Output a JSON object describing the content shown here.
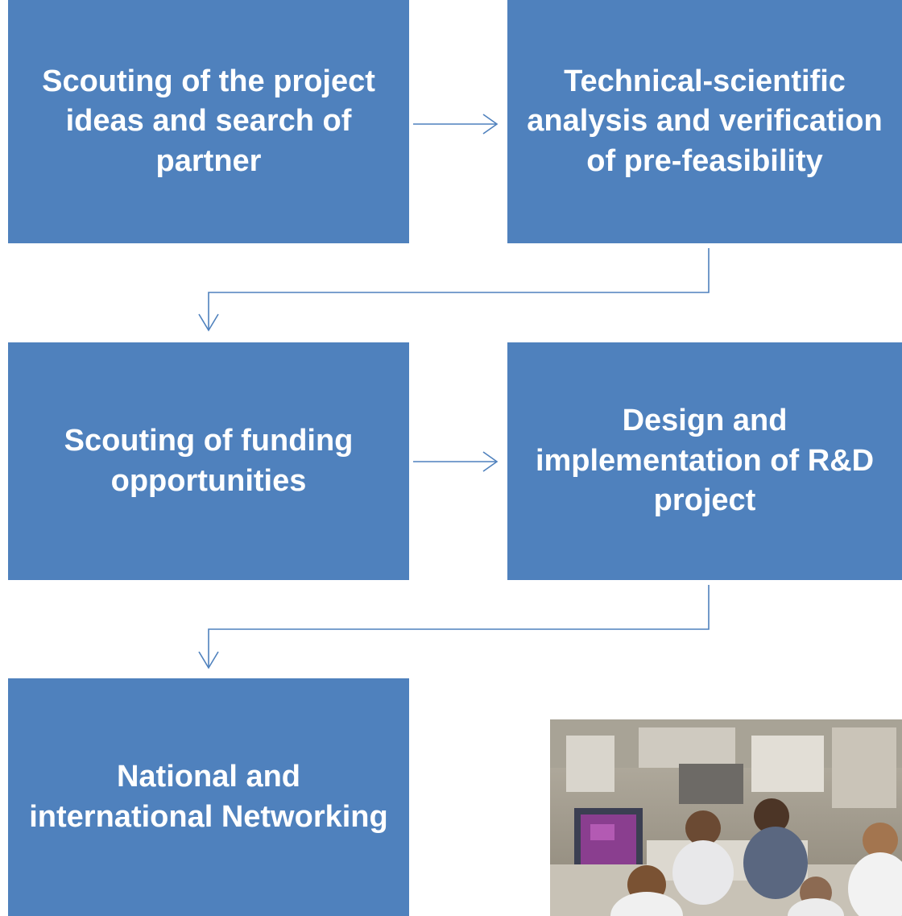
{
  "diagram": {
    "steps": [
      {
        "label": "Scouting of the project ideas and search of partner"
      },
      {
        "label": "Technical-scientific analysis and verification of pre-feasibility"
      },
      {
        "label": "Scouting of funding opportunities"
      },
      {
        "label": "Design and implementation of R&D project"
      },
      {
        "label": "National and international Networking"
      }
    ]
  },
  "colors": {
    "box_fill": "#4f81bd",
    "box_text": "#ffffff",
    "arrow": "#4f81bd"
  },
  "photo": {
    "subject": "laboratory-researchers-photo"
  }
}
